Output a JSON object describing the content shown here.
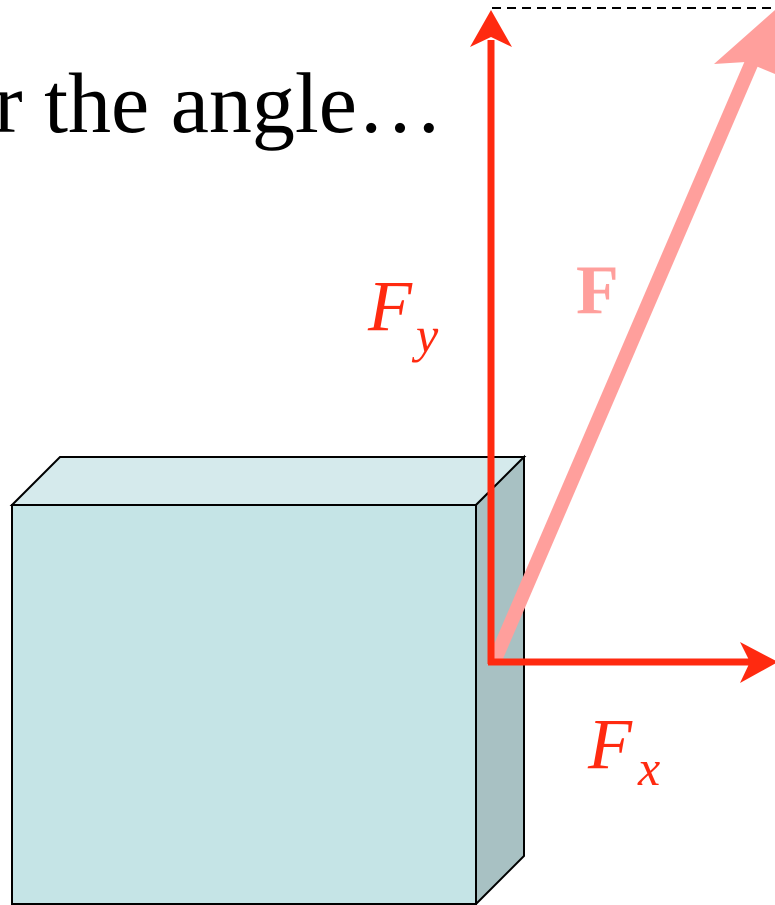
{
  "caption": "r the angle…",
  "labels": {
    "force": "F",
    "fy_main": "F",
    "fy_sub": "y",
    "fx_main": "F",
    "fx_sub": "x"
  },
  "colors": {
    "background": "#ffffff",
    "text": "#000000",
    "component_arrow": "#ff2a10",
    "resultant_arrow": "#ff9f9c",
    "box_front": "#c5e4e6",
    "box_top": "#d5eaec",
    "box_side": "#a8c1c3",
    "outline": "#000000"
  }
}
